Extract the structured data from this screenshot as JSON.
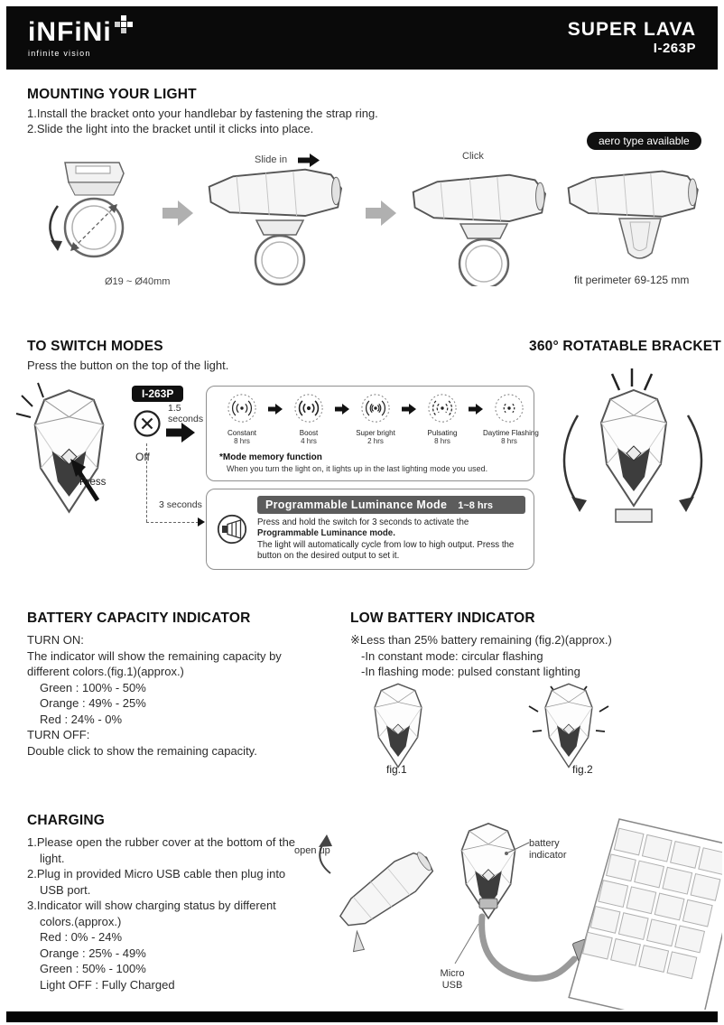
{
  "header": {
    "brand": "iNFiNi",
    "tagline": "infinite vision",
    "product_name": "SUPER LAVA",
    "model": "I-263P"
  },
  "mounting": {
    "title": "MOUNTING YOUR LIGHT",
    "step1": "1.Install the bracket onto your handlebar by fastening the strap ring.",
    "step2": "2.Slide the light into the bracket until it clicks into place.",
    "badge": "aero type available",
    "diameter_label": "Ø19 ~ Ø40mm",
    "slide_in_label": "Slide in",
    "click_label": "Click",
    "fit_label": "fit perimeter 69-125 mm"
  },
  "switch_modes": {
    "title": "TO SWITCH MODES",
    "subtitle": "Press the button on the top of the light.",
    "model_badge": "I-263P",
    "press_label": "Press",
    "off_label": "Off",
    "delay_short": "1.5 seconds",
    "delay_long": "3 seconds",
    "modes": [
      {
        "name": "Constant",
        "duration": "8 hrs"
      },
      {
        "name": "Boost",
        "duration": "4 hrs"
      },
      {
        "name": "Super bright",
        "duration": "2 hrs"
      },
      {
        "name": "Pulsating",
        "duration": "8 hrs"
      },
      {
        "name": "Daytime Flashing",
        "duration": "8 hrs"
      }
    ],
    "memory_title": "*Mode memory function",
    "memory_text": "When you turn the light on, it lights up in the last lighting mode you used.",
    "programmable": {
      "title": "Programmable Luminance Mode",
      "range": "1~8 hrs",
      "body1": "Press and hold the switch for 3 seconds to activate the",
      "body1_bold": "Programmable Luminance mode.",
      "body2": "The light will automatically cycle from low to high output. Press the button on the desired output to set it."
    }
  },
  "rotatable": {
    "title": "360° ROTATABLE BRACKET"
  },
  "battery": {
    "title": "BATTERY CAPACITY INDICATOR",
    "turn_on": "TURN ON:",
    "turn_on_desc": "The indicator will show the remaining capacity by different colors.(fig.1)(approx.)",
    "levels": [
      "Green : 100% - 50%",
      "Orange : 49% - 25%",
      "Red : 24% - 0%"
    ],
    "turn_off": "TURN OFF:",
    "turn_off_desc": "Double click to show the remaining capacity."
  },
  "low_battery": {
    "title": "LOW BATTERY INDICATOR",
    "intro": "※Less than 25% battery remaining (fig.2)(approx.)",
    "constant_mode": "-In constant mode: circular flashing",
    "flashing_mode": "-In flashing mode: pulsed constant lighting",
    "fig1_label": "fig.1",
    "fig2_label": "fig.2"
  },
  "charging": {
    "title": "CHARGING",
    "step1": "1.Please open the rubber cover at the bottom of the light.",
    "step2": "2.Plug in provided Micro USB cable then plug into USB port.",
    "step3": "3.Indicator will show charging status by different colors.(approx.)",
    "levels": [
      "Red : 0% - 24%",
      "Orange : 25% - 49%",
      "Green : 50% - 100%",
      "Light OFF : Fully Charged"
    ],
    "open_up_label": "open up",
    "battery_indicator_label": "battery indicator",
    "micro_usb_label": "Micro USB"
  }
}
